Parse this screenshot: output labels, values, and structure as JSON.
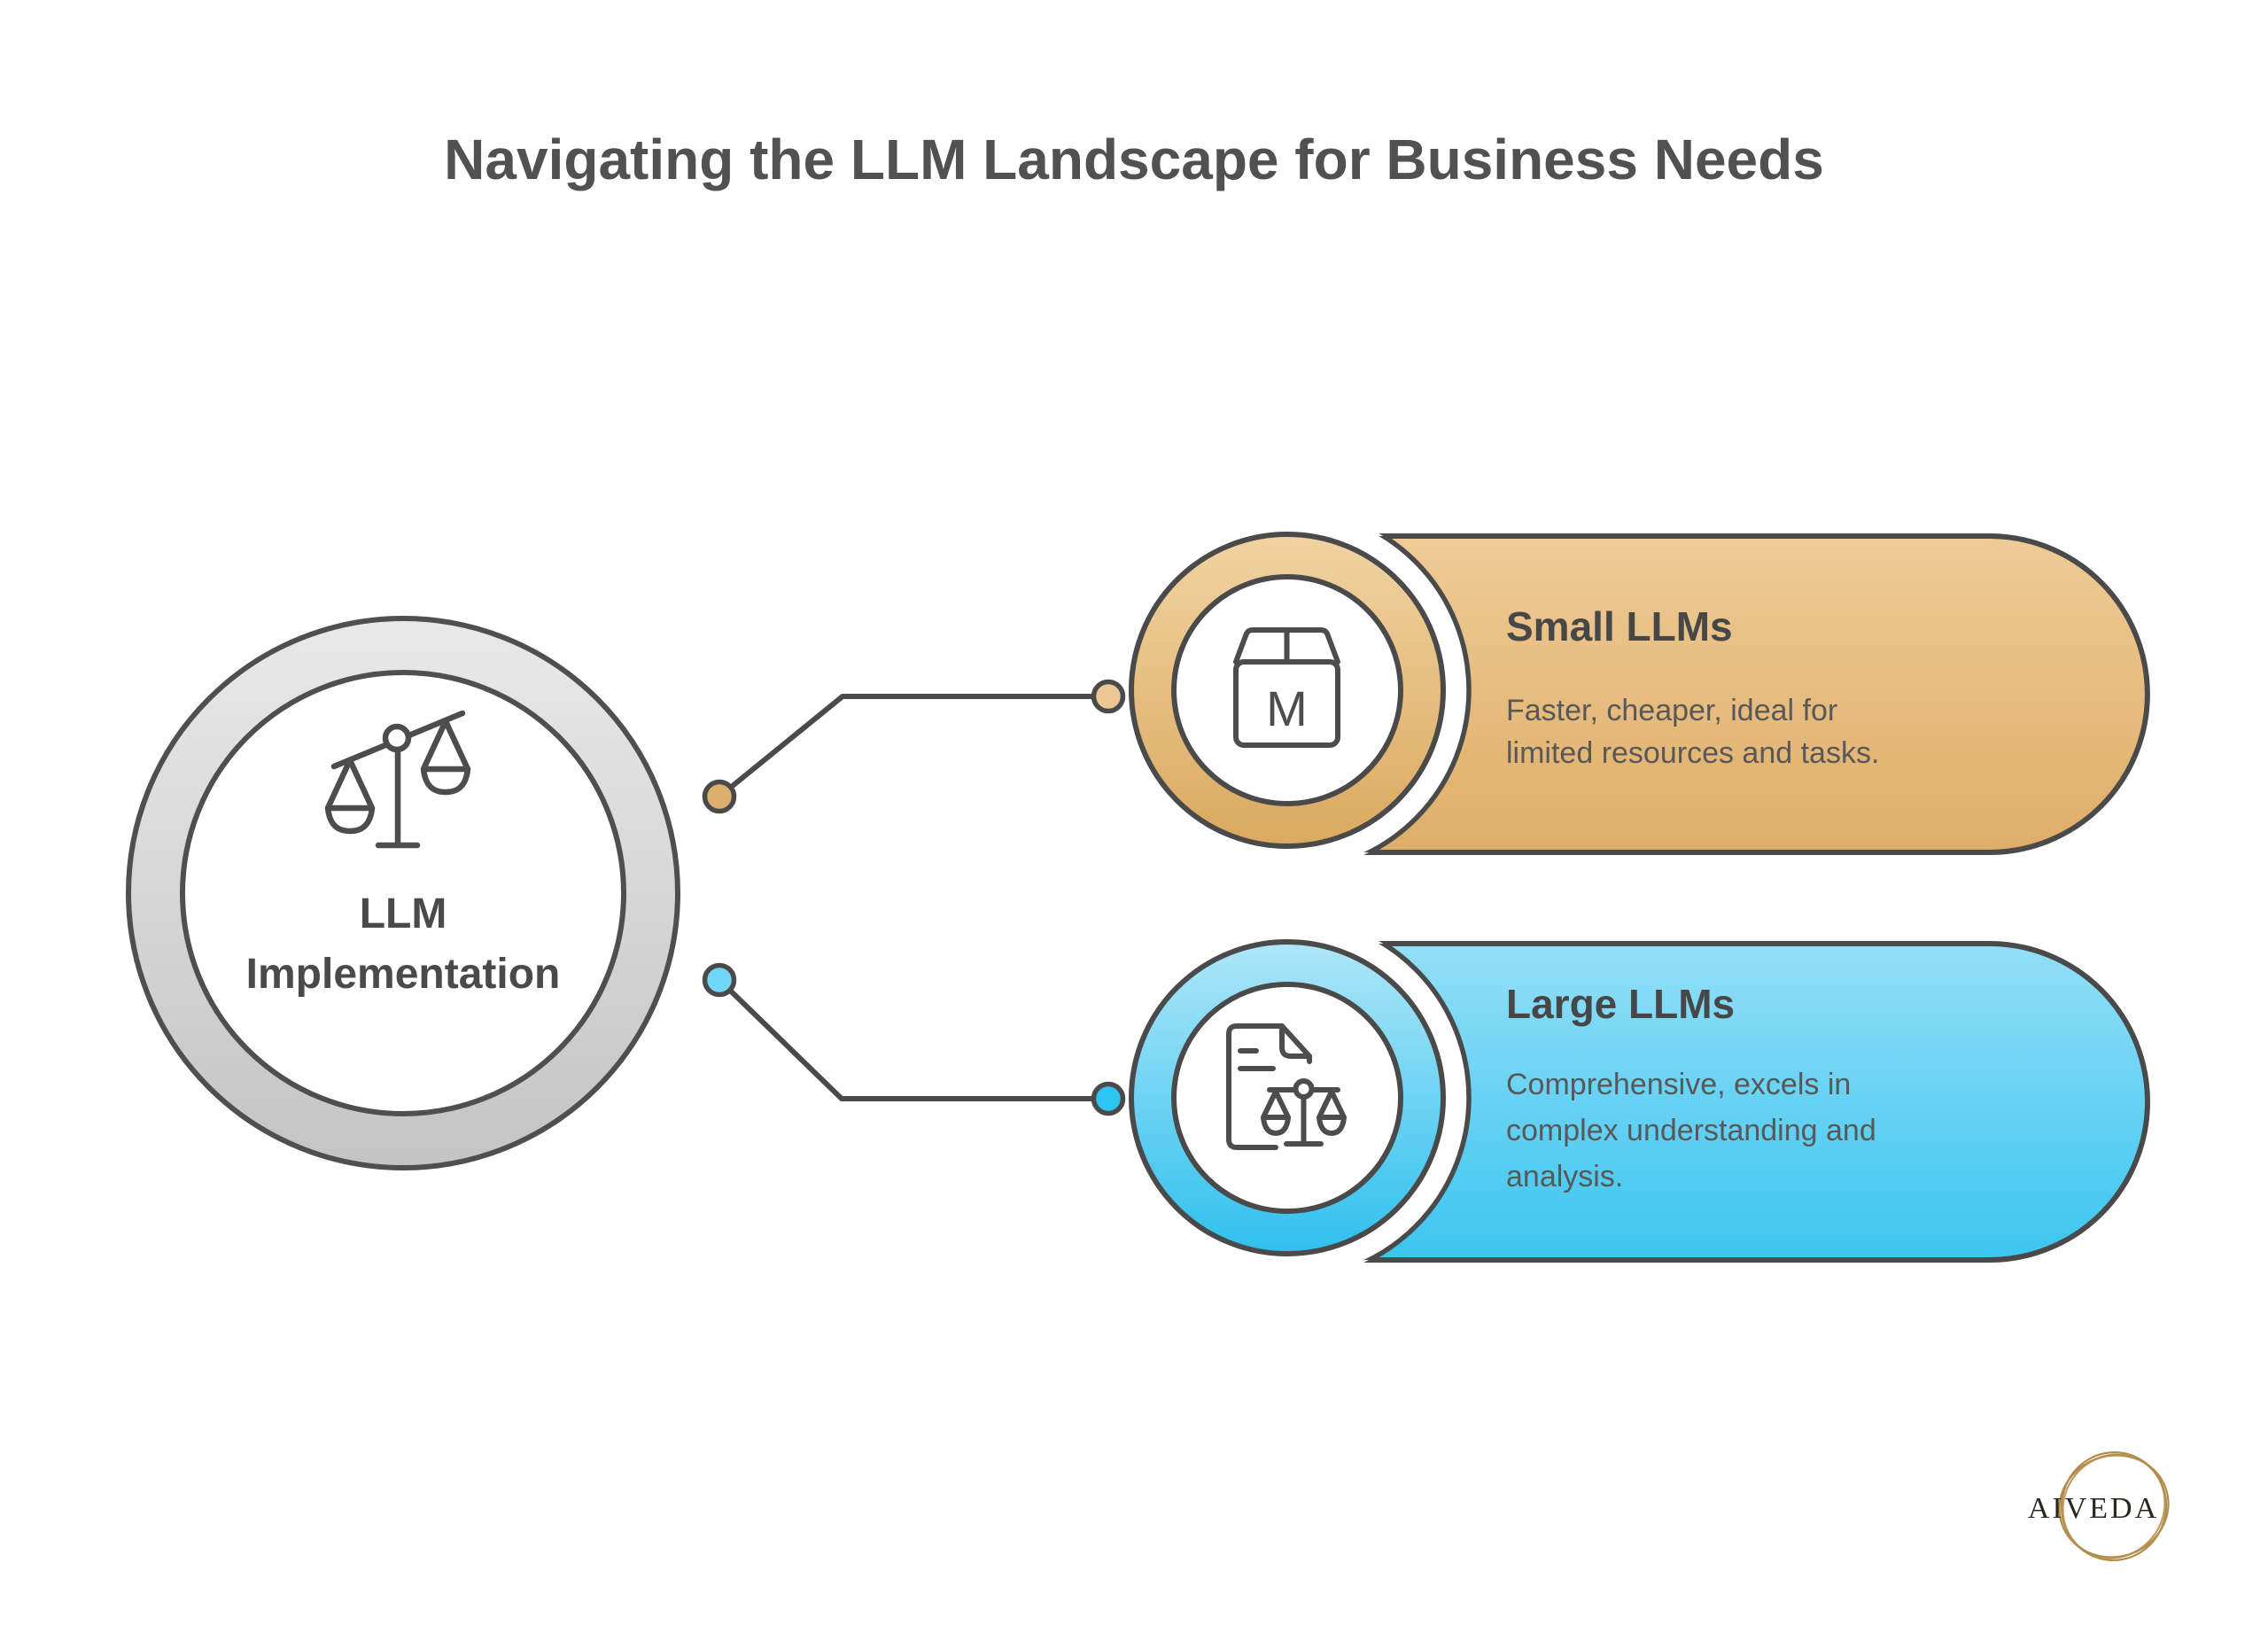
{
  "title": "Navigating the LLM Landscape for Business Needs",
  "center_node": {
    "label_line1": "LLM",
    "label_line2": "Implementation",
    "icon": "balance-scale-icon"
  },
  "cards": [
    {
      "heading": "Small LLMs",
      "body_lines": [
        "Faster, cheaper, ideal for",
        "limited resources and tasks."
      ],
      "icon": "model-package-icon",
      "icon_letter": "M",
      "accent_top": "#eecb96",
      "accent_bottom": "#dfae69",
      "dot_color_near": "#deae6c",
      "dot_color_far": "#ecc794"
    },
    {
      "heading": "Large LLMs",
      "body_lines": [
        "Comprehensive, excels in",
        "complex understanding and",
        "analysis."
      ],
      "icon": "document-scale-icon",
      "accent_top": "#93dff7",
      "accent_bottom": "#3cc5f0",
      "dot_color_near": "#72d6f5",
      "dot_color_far": "#2ec4f1"
    }
  ],
  "logo": {
    "text": "AIVEDA",
    "ring_color": "#b38d4c",
    "text_color": "#2b2620"
  },
  "colors": {
    "background": "#ffffff",
    "outline": "#4a4a4a",
    "title_text": "#515151",
    "heading_text": "#474747",
    "body_text": "#585858",
    "center_ring_top": "#e9e9e9",
    "center_ring_bottom": "#c4c4c4"
  }
}
